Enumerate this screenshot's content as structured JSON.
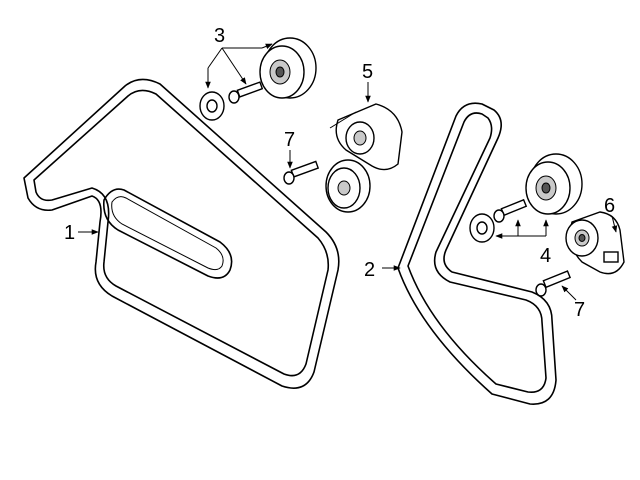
{
  "callouts": {
    "c1": "1",
    "c2": "2",
    "c3": "3",
    "c4": "4",
    "c5": "5",
    "c6": "6",
    "c7a": "7",
    "c7b": "7"
  }
}
